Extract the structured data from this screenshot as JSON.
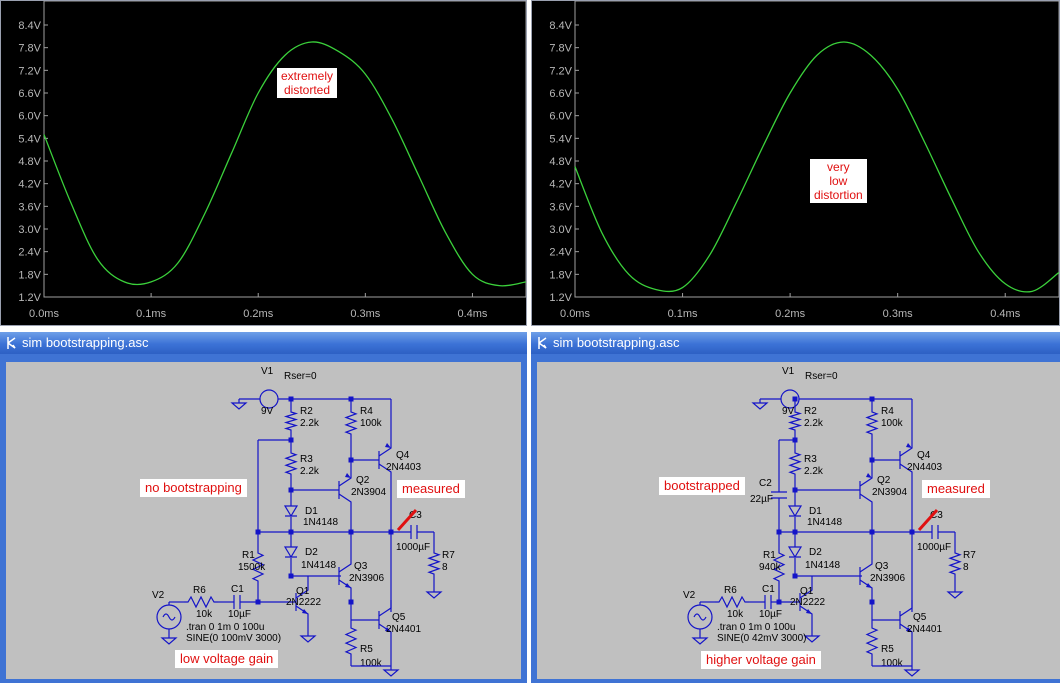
{
  "plots": [
    {
      "y_ticks": [
        "8.4V",
        "7.8V",
        "7.2V",
        "6.6V",
        "6.0V",
        "5.4V",
        "4.8V",
        "4.2V",
        "3.6V",
        "3.0V",
        "2.4V",
        "1.8V",
        "1.2V"
      ],
      "x_ticks": [
        "0.0ms",
        "0.1ms",
        "0.2ms",
        "0.3ms",
        "0.4ms"
      ],
      "annotation": "extremely\ndistorted"
    },
    {
      "y_ticks": [
        "8.4V",
        "7.8V",
        "7.2V",
        "6.6V",
        "6.0V",
        "5.4V",
        "4.8V",
        "4.2V",
        "3.6V",
        "3.0V",
        "2.4V",
        "1.8V",
        "1.2V"
      ],
      "x_ticks": [
        "0.0ms",
        "0.1ms",
        "0.2ms",
        "0.3ms",
        "0.4ms"
      ],
      "annotation": "very\nlow\ndistortion"
    }
  ],
  "chart_data": [
    {
      "type": "line",
      "x": [
        0.0,
        0.025,
        0.05,
        0.075,
        0.1,
        0.125,
        0.15,
        0.175,
        0.2,
        0.225,
        0.25,
        0.275,
        0.3,
        0.325,
        0.35,
        0.375,
        0.4,
        0.425,
        0.45
      ],
      "series": [
        {
          "values": [
            5.5,
            3.7,
            2.2,
            1.6,
            1.6,
            2.1,
            3.4,
            5.0,
            6.6,
            7.6,
            7.95,
            7.7,
            7.1,
            5.9,
            4.4,
            2.9,
            1.8,
            1.5,
            1.6
          ]
        }
      ],
      "xlim": [
        0.0,
        0.45
      ],
      "ylim": [
        1.2,
        8.4
      ],
      "grid": false,
      "line_color": "#3bd13b"
    },
    {
      "type": "line",
      "x": [
        0.0,
        0.025,
        0.05,
        0.075,
        0.1,
        0.125,
        0.15,
        0.175,
        0.2,
        0.225,
        0.25,
        0.275,
        0.3,
        0.325,
        0.35,
        0.375,
        0.4,
        0.425,
        0.45
      ],
      "series": [
        {
          "values": [
            4.65,
            2.9,
            1.8,
            1.4,
            1.45,
            2.3,
            3.7,
            5.2,
            6.6,
            7.6,
            7.95,
            7.6,
            6.7,
            5.3,
            3.8,
            2.4,
            1.55,
            1.35,
            1.85
          ]
        }
      ],
      "xlim": [
        0.0,
        0.45
      ],
      "ylim": [
        1.2,
        8.4
      ],
      "grid": false,
      "line_color": "#3bd13b"
    }
  ],
  "windows": [
    {
      "title": "sim bootstrapping.asc",
      "labels": {
        "v1": "V1",
        "rser": "Rser=0",
        "v1val": "9V",
        "r2": "R2",
        "r2v": "2.2k",
        "r3": "R3",
        "r3v": "2.2k",
        "r4": "R4",
        "r4v": "100k",
        "q4": "Q4",
        "q4v": "2N4403",
        "q2": "Q2",
        "q2v": "2N3904",
        "d1": "D1",
        "d1v": "1N4148",
        "d2": "D2",
        "d2v": "1N4148",
        "q3": "Q3",
        "q3v": "2N3906",
        "r1": "R1",
        "r1v": "1500k",
        "q1": "Q1",
        "q1v": "2N2222",
        "q5": "Q5",
        "q5v": "2N4401",
        "r5": "R5",
        "r5v": "100k",
        "r6": "R6",
        "r6v": "10k",
        "c1": "C1",
        "c1v": "10µF",
        "c3": "C3",
        "c3v": "1000µF",
        "r7": "R7",
        "r7v": "8",
        "v2": "V2",
        "tran": ".tran 0 1m 0 100u",
        "sine": "SINE(0 100mV 3000)"
      },
      "callouts": {
        "left": "no bootstrapping",
        "measured": "measured",
        "bottom": "low voltage gain"
      }
    },
    {
      "title": "sim bootstrapping.asc",
      "labels": {
        "v1": "V1",
        "rser": "Rser=0",
        "v1val": "9V",
        "r2": "R2",
        "r2v": "2.2k",
        "r3": "R3",
        "r3v": "2.2k",
        "r4": "R4",
        "r4v": "100k",
        "q4": "Q4",
        "q4v": "2N4403",
        "q2": "Q2",
        "q2v": "2N3904",
        "d1": "D1",
        "d1v": "1N4148",
        "d2": "D2",
        "d2v": "1N4148",
        "q3": "Q3",
        "q3v": "2N3906",
        "r1": "R1",
        "r1v": "940k",
        "q1": "Q1",
        "q1v": "2N2222",
        "q5": "Q5",
        "q5v": "2N4401",
        "r5": "R5",
        "r5v": "100k",
        "r6": "R6",
        "r6v": "10k",
        "c1": "C1",
        "c1v": "10µF",
        "c3": "C3",
        "c3v": "1000µF",
        "r7": "R7",
        "r7v": "8",
        "v2": "V2",
        "tran": ".tran 0 1m 0 100u",
        "sine": "SINE(0 42mV 3000)",
        "c2": "C2",
        "c2v": "22µF"
      },
      "callouts": {
        "left": "bootstrapped",
        "measured": "measured",
        "bottom": "higher voltage gain"
      }
    }
  ]
}
